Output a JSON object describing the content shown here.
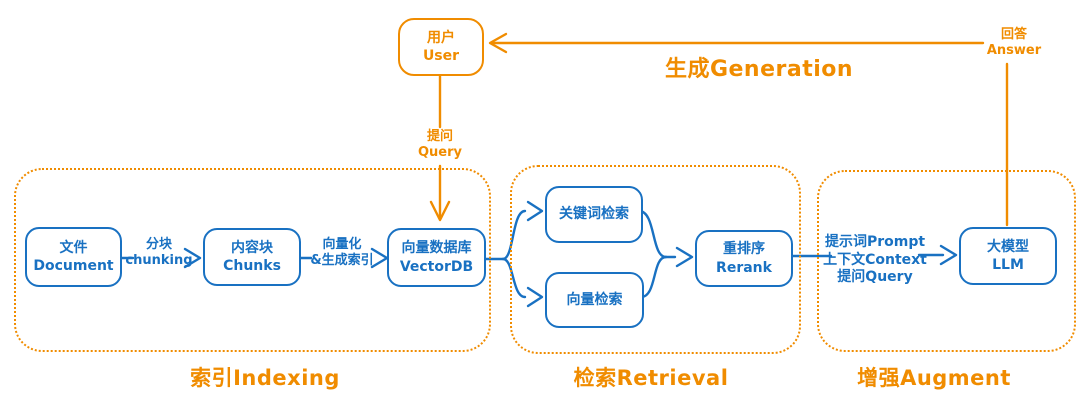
{
  "colors": {
    "orange": "#f08c00",
    "blue": "#1971c2",
    "background": "#ffffff"
  },
  "user": {
    "zh": "用户",
    "en": "User"
  },
  "flow_labels": {
    "generation": "生成Generation",
    "answer": {
      "zh": "回答",
      "en": "Answer"
    },
    "query": {
      "zh": "提问",
      "en": "Query"
    }
  },
  "indexing": {
    "title": "索引Indexing",
    "document": {
      "zh": "文件",
      "en": "Document"
    },
    "chunking": {
      "zh": "分块",
      "en": "chunking"
    },
    "chunks": {
      "zh": "内容块",
      "en": "Chunks"
    },
    "vectorize": {
      "zh": "向量化",
      "en": "&生成索引"
    },
    "vectordb": {
      "zh": "向量数据库",
      "en": "VectorDB"
    }
  },
  "retrieval": {
    "title": "检索Retrieval",
    "keyword_search": "关键词检索",
    "vector_search": "向量检索",
    "rerank": {
      "zh": "重排序",
      "en": "Rerank"
    }
  },
  "augment": {
    "title": "增强Augment",
    "inputs": {
      "line1": "提示词Prompt",
      "line2": "上下文Context",
      "line3": "提问Query"
    },
    "llm": {
      "zh": "大模型",
      "en": "LLM"
    }
  }
}
